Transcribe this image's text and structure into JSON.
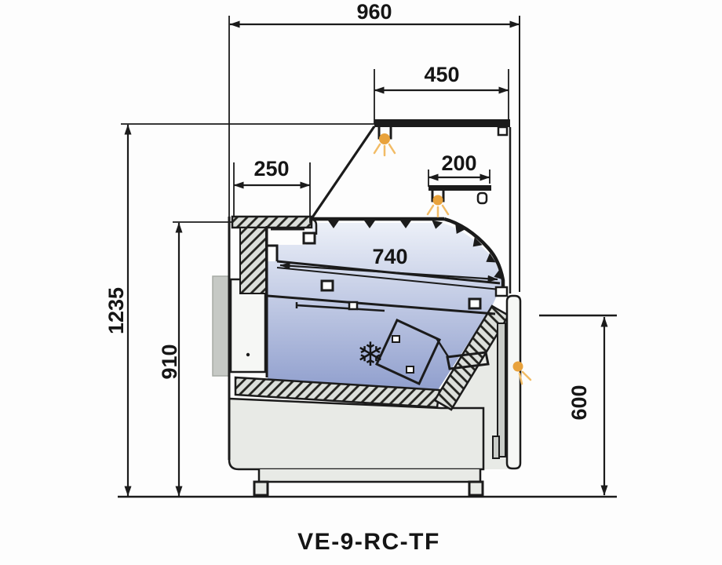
{
  "drawing": {
    "model_label": "VE-9-RC-TF",
    "dimensions": {
      "total_depth_mm": "960",
      "canopy_depth_mm": "450",
      "rear_counter_depth_mm": "250",
      "shelf_depth_mm": "200",
      "display_deck_depth_mm": "740",
      "total_height_mm": "1235",
      "worktop_height_mm": "910",
      "front_panel_height_mm": "600"
    },
    "icons": {
      "snowflake_glyph": "❄",
      "lamp_icon": "lamp-icon"
    },
    "colors": {
      "line_black": "#1B1B1B",
      "interior_blue_top": "#ECF0F8",
      "interior_blue_bottom": "#8F9ECD",
      "hatch_gray": "#DCDFDB",
      "panel_gray": "#C9CCC8",
      "base_gray": "#E8EAE6",
      "lamp_orange": "#E8A23C",
      "lamp_ray_orange": "#F2BC66",
      "snowflake_purple": "#6B60C6"
    }
  }
}
